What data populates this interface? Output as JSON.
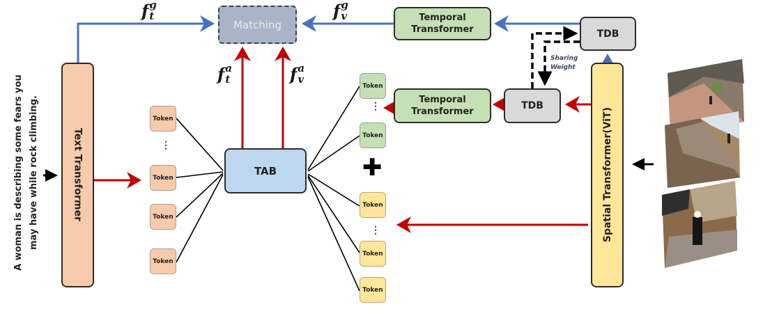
{
  "caption": "A woman is describing some fears you may have while rock climbing.",
  "blocks": {
    "text_transformer": "Text Transformer",
    "spatial_transformer": "Spatial Transformer(ViT)",
    "temporal_transformer_top": "Temporal Transformer",
    "temporal_transformer_mid": "Temporal Transformer",
    "tdb_top": "TDB",
    "tdb_mid": "TDB",
    "tab": "TAB",
    "matching": "Matching"
  },
  "features": {
    "ftg": {
      "base": "f",
      "sup": "g",
      "sub": "t"
    },
    "fvg": {
      "base": "f",
      "sup": "g",
      "sub": "v"
    },
    "fta": {
      "base": "f",
      "sup": "a",
      "sub": "t"
    },
    "fva": {
      "base": "f",
      "sup": "a",
      "sub": "v"
    }
  },
  "sharing_weight": [
    "Sharing",
    "Weight"
  ],
  "token_label": "Token",
  "text_tokens": [
    "Token",
    "Token",
    "Token",
    "Token"
  ],
  "temporal_tokens": [
    "Token",
    "Token"
  ],
  "spatial_tokens": [
    "Token",
    "Token",
    "Token"
  ],
  "ellipsis": "⋮",
  "plus": "✚",
  "colors": {
    "blue_arrow": "#4472c4",
    "red_arrow": "#c00000",
    "black_arrow": "#000000",
    "peach": "#f8cbad",
    "green": "#c5e0b4",
    "grey": "#d9d9d9",
    "blue_box": "#bdd7ee",
    "yellow": "#ffe699",
    "matching": "#aab4c8"
  },
  "frames": [
    "rock-climbing-frame-1",
    "rock-climbing-frame-2",
    "rock-climbing-frame-3"
  ]
}
